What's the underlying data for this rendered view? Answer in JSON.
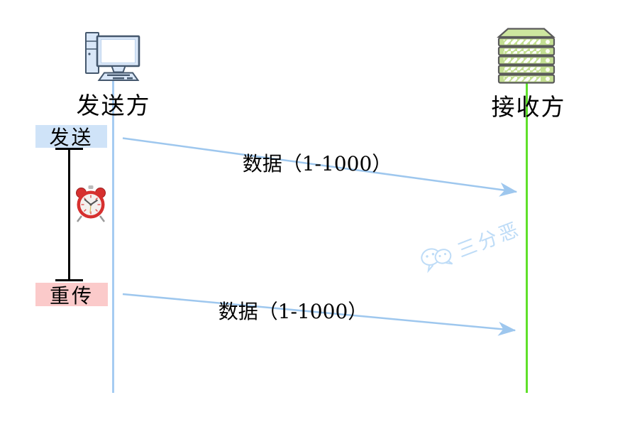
{
  "participants": {
    "sender": {
      "name": "发送方",
      "icon": "desktop-computer-icon"
    },
    "receiver": {
      "name": "接收方",
      "icon": "server-stack-icon"
    }
  },
  "events": {
    "send": {
      "label": "发送"
    },
    "retransmit": {
      "label": "重传"
    }
  },
  "timer": {
    "icon": "alarm-clock-icon"
  },
  "messages": [
    {
      "label": "数据（1-1000）"
    },
    {
      "label": "数据（1-1000）"
    }
  ],
  "watermark": {
    "icon": "wechat-icon",
    "text": "三分恶"
  },
  "colors": {
    "text": "#000000",
    "bracket": "#000000",
    "sender_lifeline": "#a6ccf2",
    "receiver_lifeline": "#5fe02a",
    "arrow": "#9ec7ee",
    "send_label_bg": "#cfe3f8",
    "retransmit_label_bg": "#fbcaca",
    "watermark": "#bedcf7",
    "computer_icon_fill": "#d9e7f8",
    "computer_icon_stroke": "#45586e",
    "server_fill": "#c4df93",
    "server_top_fill": "#cde69f",
    "server_stroke": "#5a5a5a",
    "clock_red": "#d6302f"
  }
}
